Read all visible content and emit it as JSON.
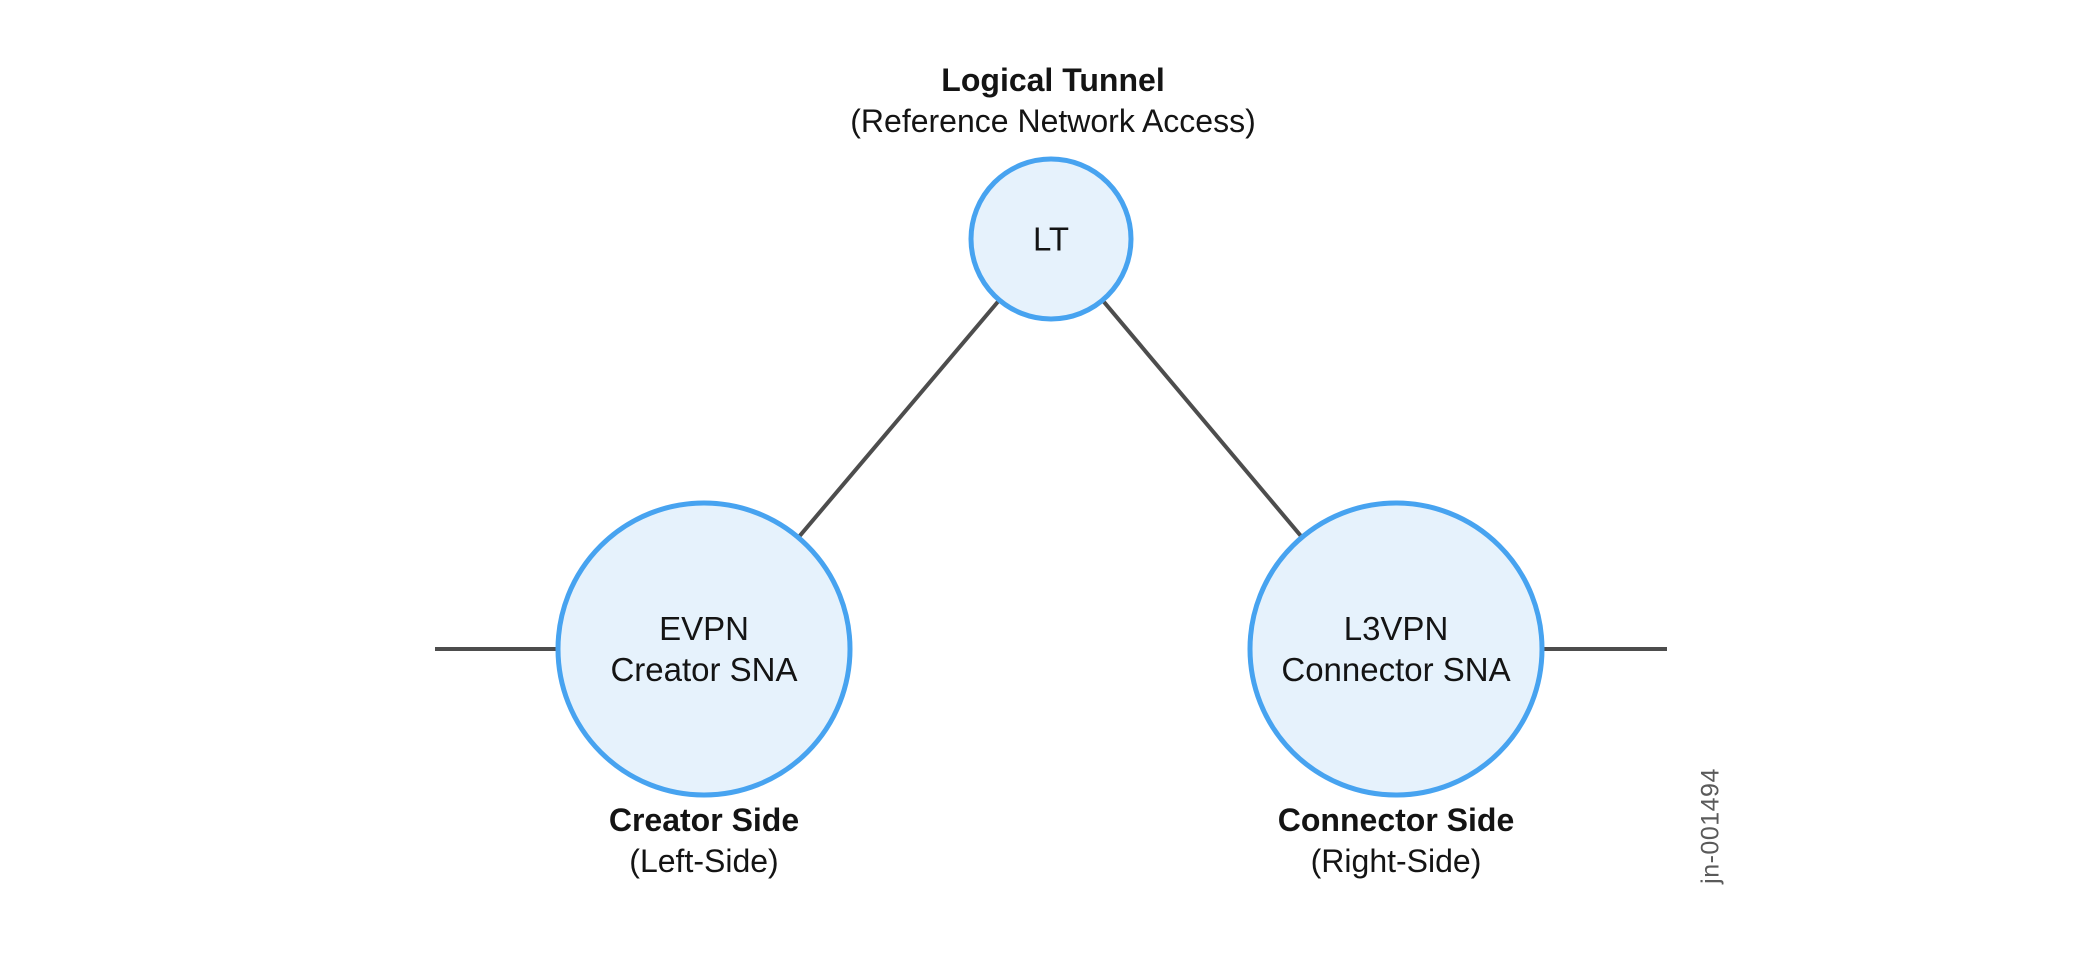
{
  "figure": {
    "title": {
      "line1": "Logical Tunnel",
      "line2": "(Reference Network Access)"
    },
    "nodes": {
      "lt": {
        "label": "LT"
      },
      "creator": {
        "label_line1": "EVPN",
        "label_line2": "Creator SNA"
      },
      "connector": {
        "label_line1": "L3VPN",
        "label_line2": "Connector SNA"
      }
    },
    "captions": {
      "creator": {
        "line1": "Creator Side",
        "line2": "(Left-Side)"
      },
      "connector": {
        "line1": "Connector Side",
        "line2": "(Right-Side)"
      }
    },
    "watermark": "jn-001494"
  },
  "colors": {
    "background": "#ffffff",
    "node_fill": "#e6f2fc",
    "node_stroke": "#47a3f0",
    "edge": "#4d4d4d",
    "text": "#141414",
    "watermark": "#5a5a5a"
  }
}
